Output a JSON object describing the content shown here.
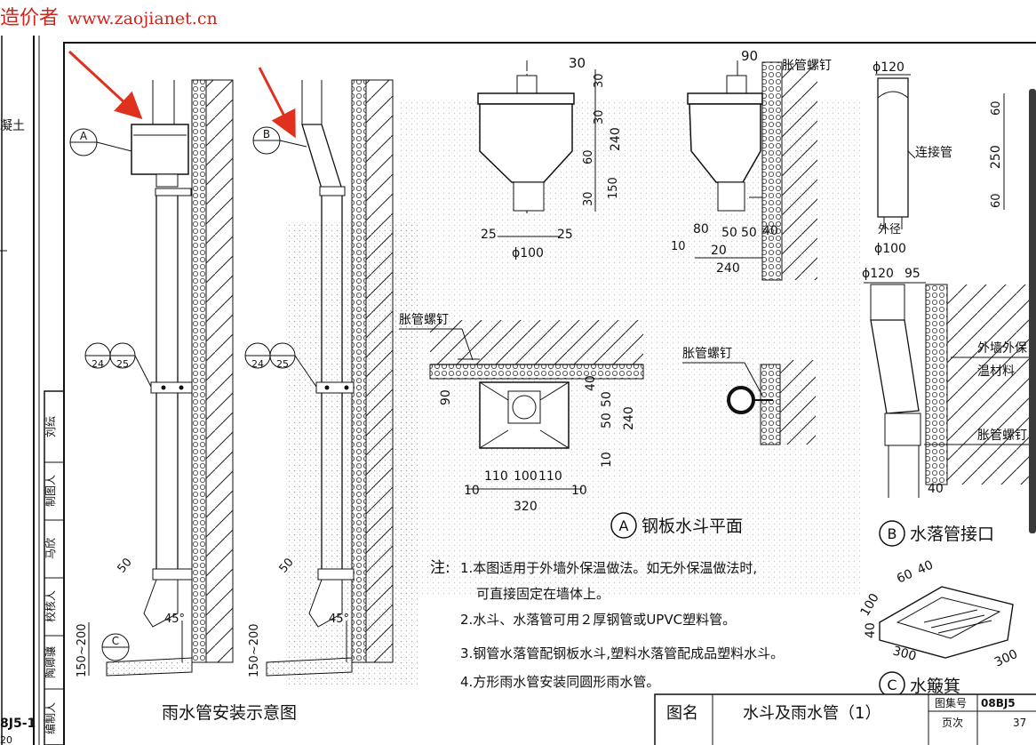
{
  "watermark": {
    "site_name": "造价者",
    "url": "www.zaojianet.cn"
  },
  "left_margin": {
    "fragment_text": "凝土",
    "sheet_code": "8J5-1",
    "sheet_sub": "20"
  },
  "signature_strip": {
    "signers": [
      "刘纭",
      "制图人",
      "马欣",
      "校核人",
      "陶卿骧",
      "编制人"
    ]
  },
  "elevation_a": {
    "callout_letter": "A",
    "section_marks": [
      "24",
      "25"
    ],
    "angle_label": "45°",
    "offset_dim": "50",
    "height_dim": "150~200",
    "detail_c_letter": "C"
  },
  "elevation_b": {
    "callout_letter": "B",
    "section_marks": [
      "24",
      "25"
    ],
    "angle_label": "45°",
    "offset_dim": "50",
    "height_dim": "150~200"
  },
  "elevation_caption": "雨水管安装示意图",
  "hopper_front": {
    "dims": [
      "30",
      "30",
      "30",
      "240",
      "60",
      "30",
      "150"
    ],
    "bottom_dims": [
      "25",
      "25"
    ],
    "pipe_dia": "ϕ100"
  },
  "hopper_side": {
    "top_dim": "90",
    "nail_label": "胀管螺钉",
    "dims": [
      "10",
      "80",
      "50",
      "50",
      "40",
      "20",
      "240"
    ]
  },
  "hopper_plan": {
    "nail_label": "胀管螺钉",
    "wall_dim": "90",
    "right_dims": [
      "40",
      "50",
      "50",
      "240",
      "10"
    ],
    "bottom_dims": [
      "10",
      "110",
      "100",
      "110",
      "10",
      "320"
    ],
    "title_letter": "A",
    "title": "钢板水斗平面"
  },
  "pipe_clip": {
    "nail_label": "胀管螺钉"
  },
  "connector": {
    "dia_label": "ϕ120",
    "dims": [
      "60",
      "250",
      "60"
    ],
    "connector_label": "连接管",
    "outer_dia_label": "外径",
    "outer_dia_value": "ϕ100"
  },
  "outlet_detail": {
    "top_dims": [
      "ϕ120",
      "95"
    ],
    "insulation_label_1": "外墙外保",
    "insulation_label_2": "温材料",
    "nail_label": "胀管螺钉",
    "bottom_dim": "40",
    "title_letter": "B",
    "title": "水落管接口"
  },
  "splash_block": {
    "dims": [
      "60",
      "40",
      "100",
      "40",
      "300",
      "300"
    ],
    "title_letter": "C",
    "title": "水簸箕"
  },
  "notes": {
    "heading": "注:",
    "lines": [
      "1.本图适用于外墙外保温做法。如无外保温做法时,",
      "可直接固定在墙体上。",
      "2.水斗、水落管可用２厚钢管或UPVC塑料管。",
      "3.钢管水落管配钢板水斗,塑料水落管配成品塑料水斗。",
      "4.方形雨水管安装同圆形雨水管。"
    ]
  },
  "title_block": {
    "name_label": "图名",
    "name": "水斗及雨水管（1）",
    "atlas_label": "图集号",
    "atlas_value": "08BJ5",
    "page_label": "页次",
    "page_value": "37"
  }
}
